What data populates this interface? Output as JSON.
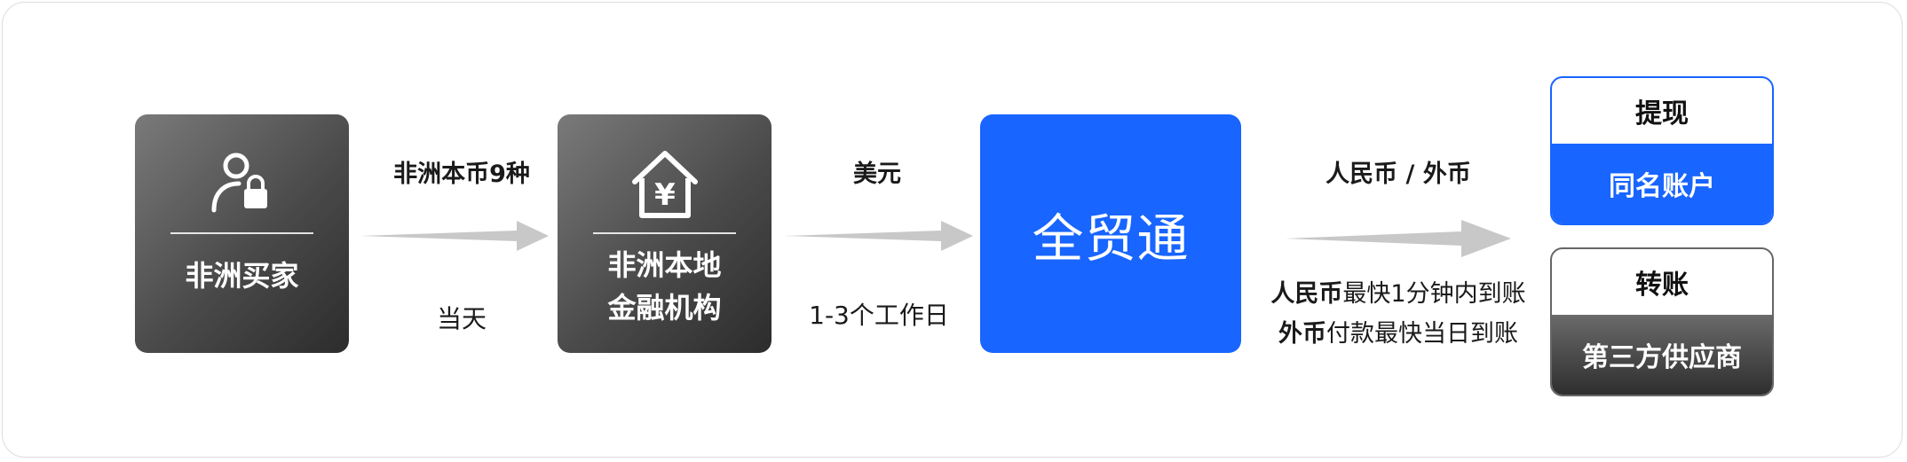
{
  "nodes": {
    "buyer": {
      "label": "非洲买家",
      "icon": "user-lock-icon"
    },
    "bank": {
      "label_line1": "非洲本地",
      "label_line2": "金融机构",
      "icon": "bank-yuan-icon"
    },
    "platform": {
      "label": "全贸通"
    }
  },
  "edges": {
    "edge1": {
      "top": "非洲本币9种",
      "bottom": "当天"
    },
    "edge2": {
      "top": "美元",
      "bottom": "1-3个工作日"
    },
    "edge3": {
      "top": "人民币 / 外币",
      "note1_bold": "人民币",
      "note1_rest": "最快1分钟内到账",
      "note2_bold": "外币",
      "note2_rest": "付款最快当日到账"
    }
  },
  "outcomes": {
    "withdraw": {
      "title": "提现",
      "sub": "同名账户"
    },
    "transfer": {
      "title": "转账",
      "sub": "第三方供应商"
    }
  },
  "colors": {
    "accent_blue": "#1865ff",
    "arrow_gray": "#c8c8c8",
    "dark_box": "#4a4a4a"
  }
}
